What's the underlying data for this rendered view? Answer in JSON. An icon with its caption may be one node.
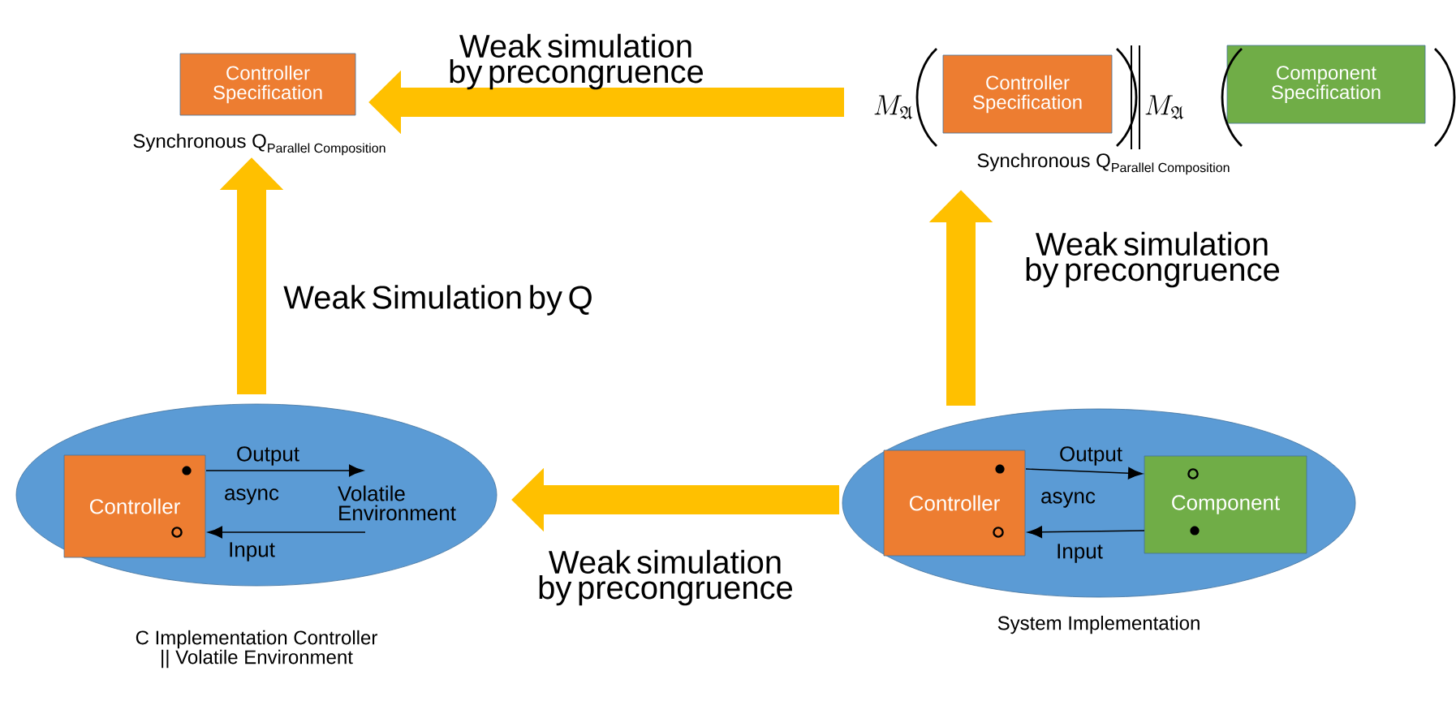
{
  "diagram": {
    "nodes": [
      {
        "text": [
          "Controller Specification"
        ],
        "beside": [
          "\\text{Synchronous Q}_{\\text{Parallel Composition}}"
        ]
      },
      {
        "text": [
          "Controller Specification"
        ],
        "beside": [
          "\\text{Synchronous Q}_{\\text{Parallel Composition}}"
        ]
      },
      {
        "text": [
          "Component Specification"
        ]
      },
      {
        "text": [
          "C Implementation Controller || Volatile Environment"
        ]
      },
      {
        "text": [
          "Controller"
        ],
        "in": 3
      },
      {
        "text": [
          "Volatile Environment"
        ],
        "in": 3
      },
      {
        "text": [
          "System Implementation"
        ]
      },
      {
        "text": [
          "Controller"
        ],
        "in": 6
      },
      {
        "text": [
          "Component"
        ],
        "in": 6
      }
    ],
    "edges": [
      {
        "from": 1,
        "to": 0,
        "arrow": "to",
        "label": "Weak simulation by precongruence",
        "style": "thick",
        "color": "#ffc000"
      },
      {
        "from": 3,
        "to": 0,
        "arrow": "to",
        "label": "Weak Simulation by Q",
        "style": "thick",
        "color": "#ffc000"
      },
      {
        "from": 6,
        "to": 1,
        "arrow": "to",
        "label": "Weak simulation by precongruence",
        "style": "thick",
        "color": "#ffc000"
      },
      {
        "from": 6,
        "to": 3,
        "arrow": "to",
        "label": "Weak simulation by precongruence",
        "style": "thick",
        "color": "#ffc000"
      },
      {
        "from": 4,
        "to": 5,
        "arrow": "to",
        "label": "Output",
        "color": "#000000"
      },
      {
        "from": 5,
        "to": 4,
        "arrow": "to",
        "label": "Input",
        "color": "#000000"
      },
      {
        "from": 7,
        "to": 8,
        "arrow": "to",
        "label": "Output",
        "color": "#000000"
      },
      {
        "from": 8,
        "to": 7,
        "arrow": "to",
        "label": "Input",
        "color": "#000000"
      }
    ],
    "labels": [
      "M_{\\mathfrak{A}}",
      "M_{\\mathfrak{A}}",
      "async",
      "async"
    ]
  }
}
